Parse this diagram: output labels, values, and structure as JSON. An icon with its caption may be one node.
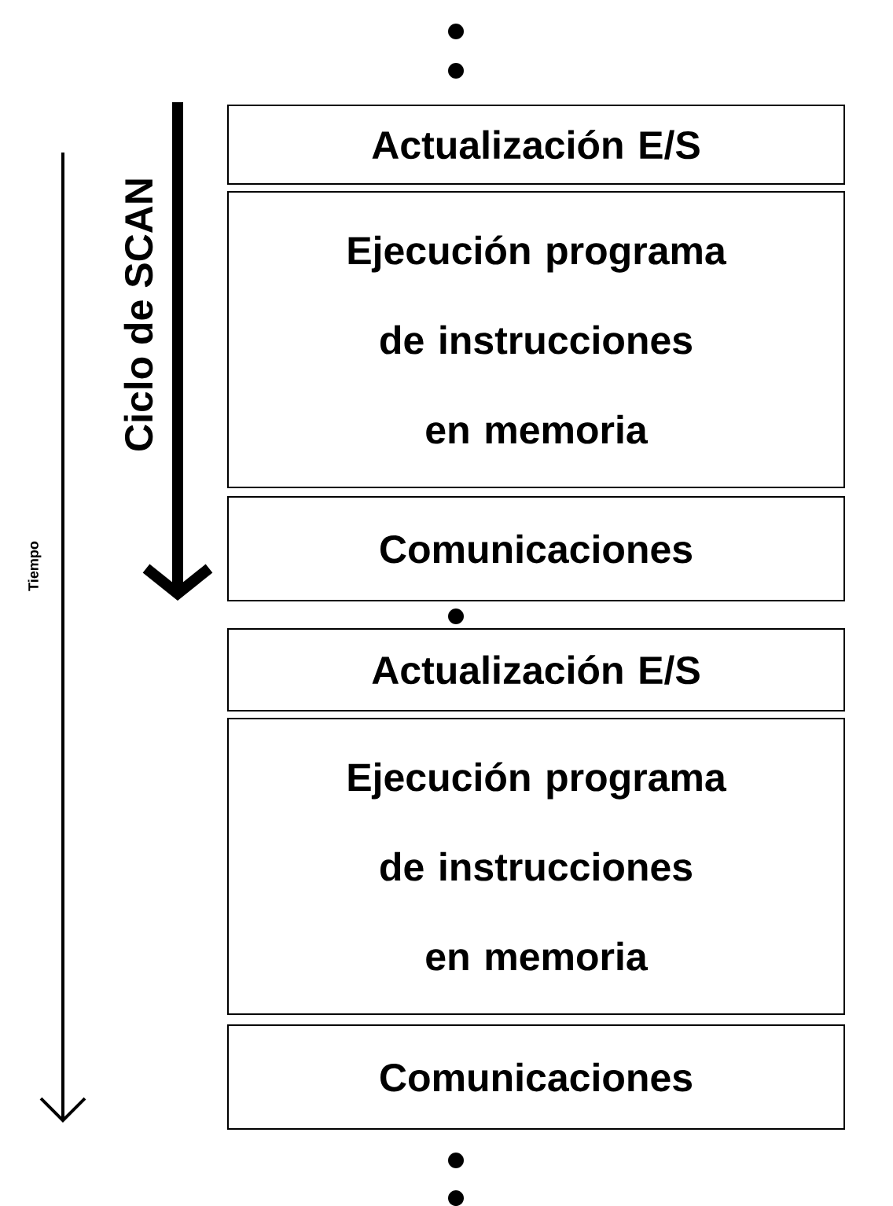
{
  "diagram": {
    "nodes": [
      {
        "text": [
          "Actualización E/S"
        ]
      },
      {
        "text": [
          "Ejecución programa de instrucciones en memoria"
        ]
      },
      {
        "text": [
          "Comunicaciones"
        ]
      },
      {
        "text": [
          "Actualización E/S"
        ]
      },
      {
        "text": [
          "Ejecución programa de instrucciones en memoria"
        ]
      },
      {
        "text": [
          "Comunicaciones"
        ]
      }
    ],
    "labels": [
      "Tiempo",
      "Ciclo de SCAN"
    ]
  }
}
